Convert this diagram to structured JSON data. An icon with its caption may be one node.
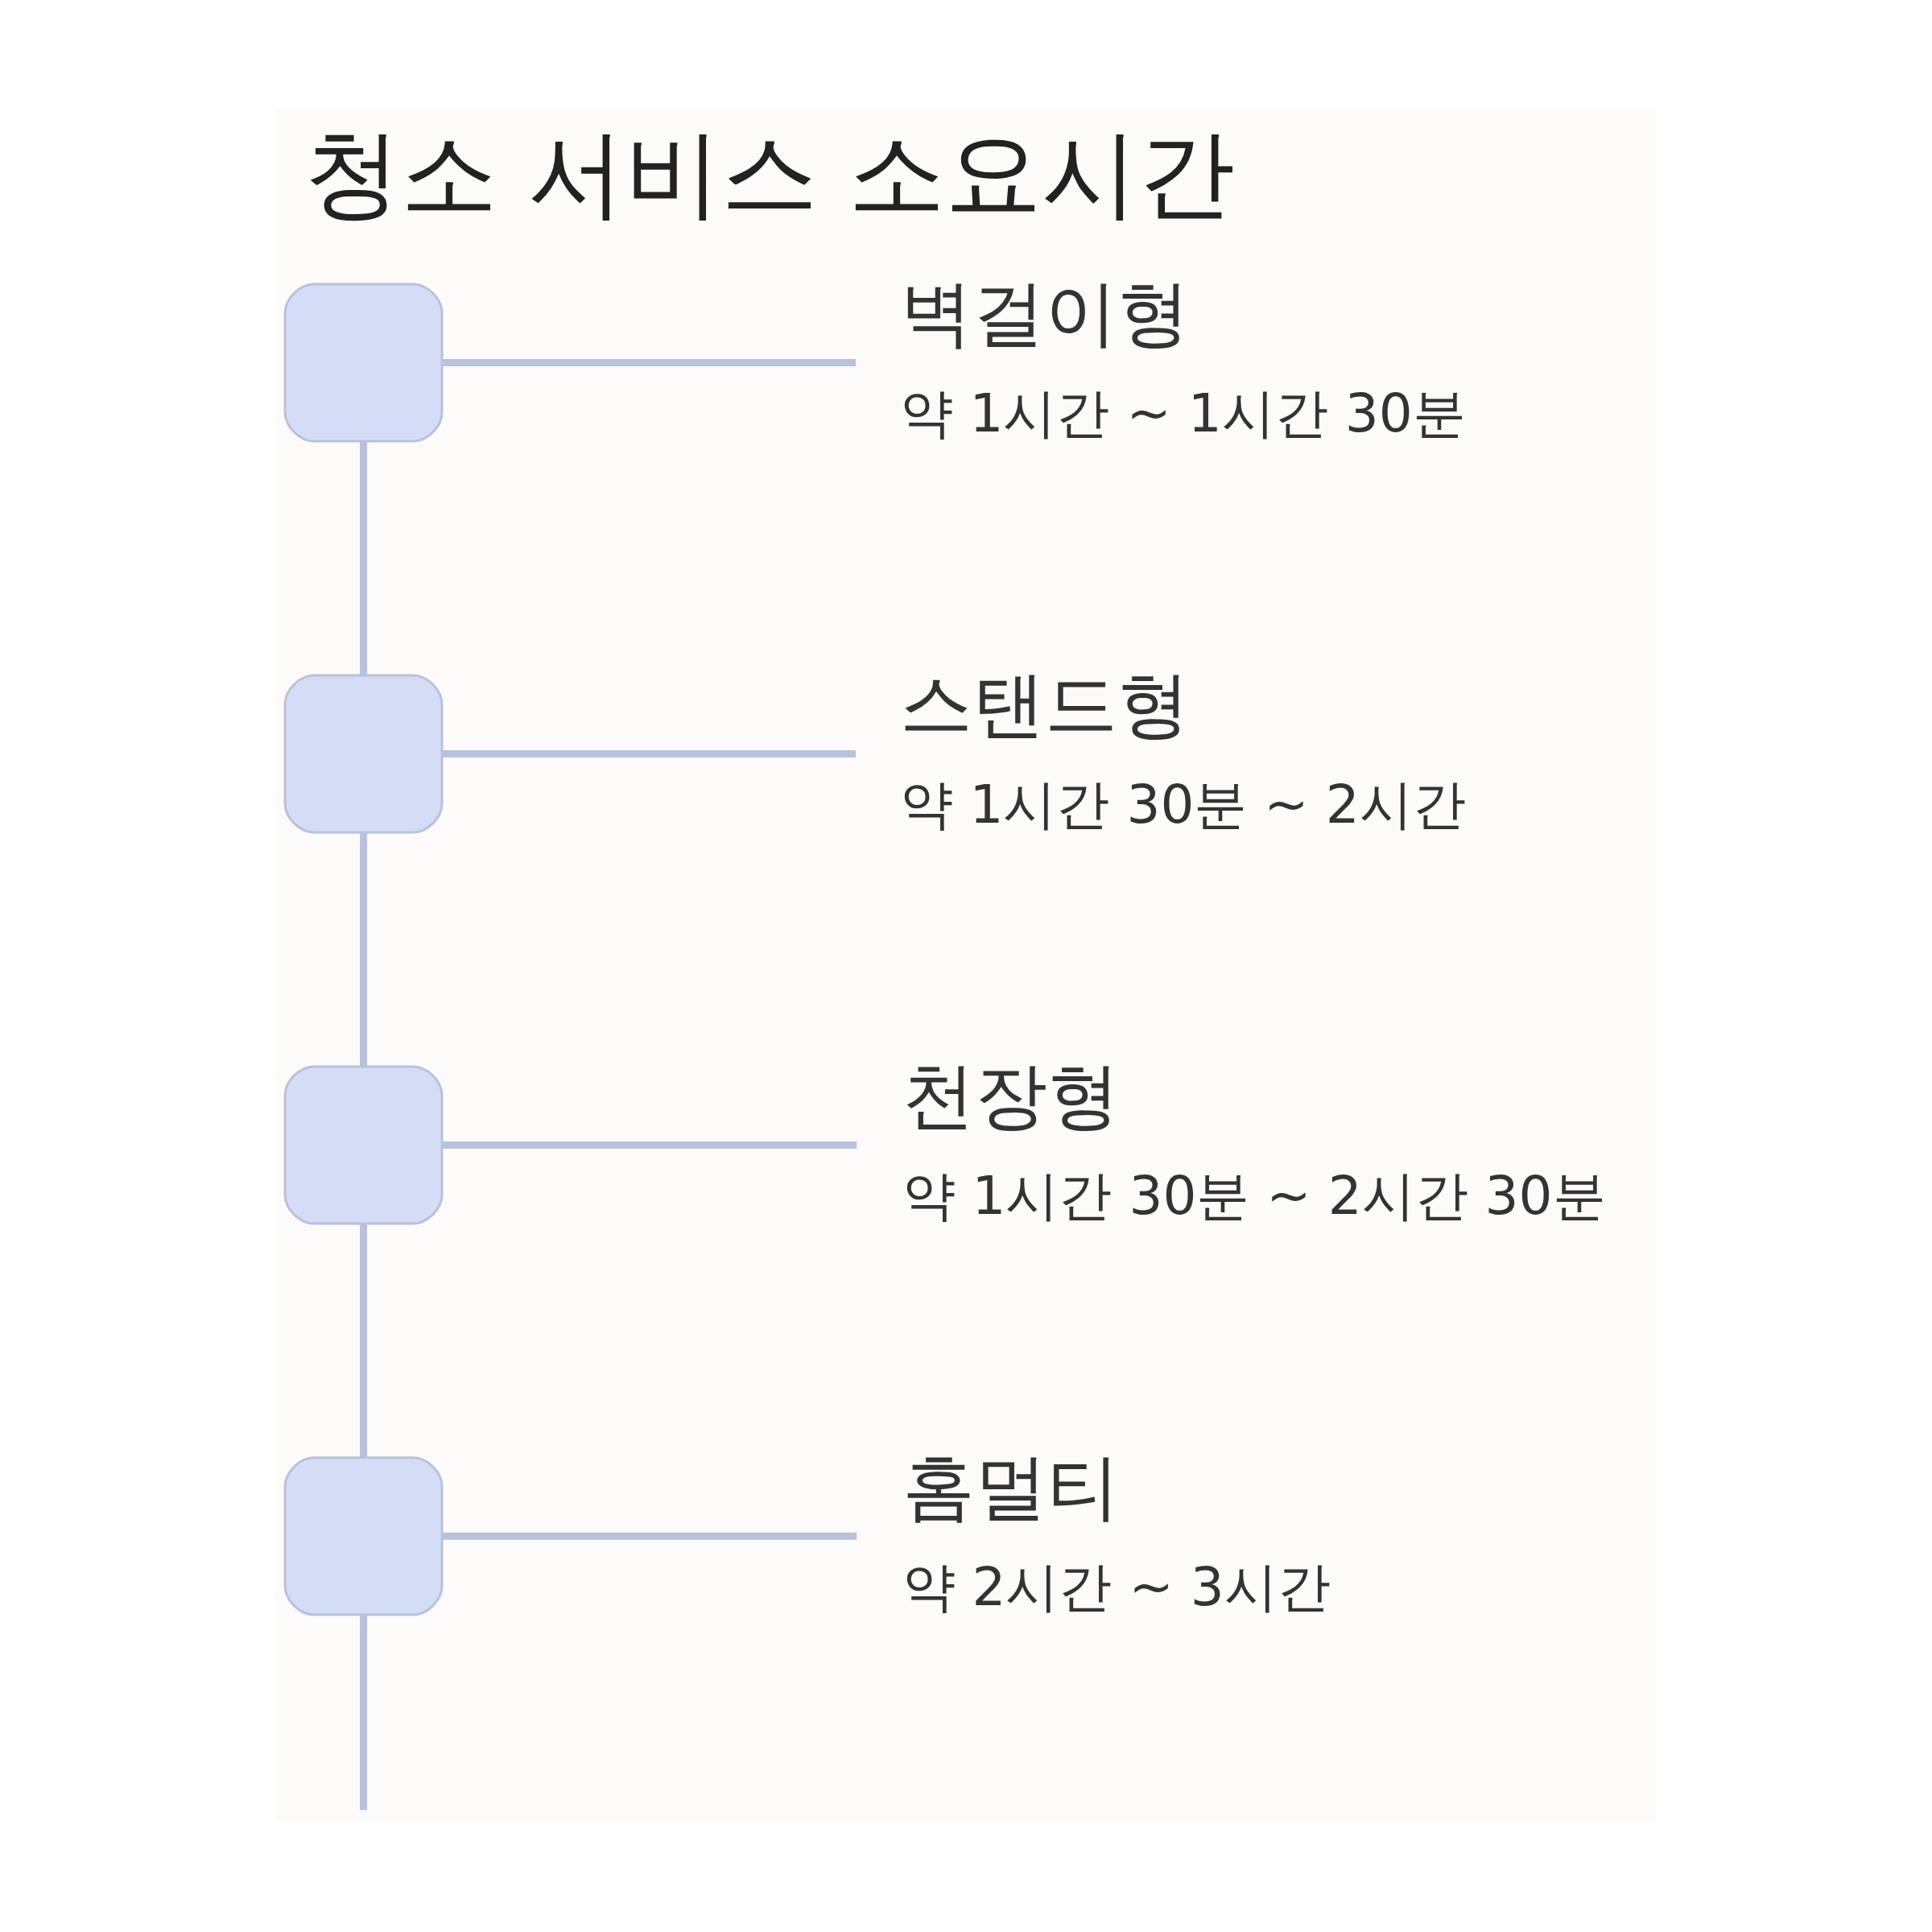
{
  "diagram": {
    "title": "청소 서비스 소요시간",
    "nodes": [
      {
        "text": [],
        "shape": "box"
      },
      {
        "text": [
          "벽걸이형",
          "약 1시간 ~ 1시간 30분"
        ]
      },
      {
        "text": [],
        "shape": "box"
      },
      {
        "text": [
          "스탠드형",
          "약 1시간 30분 ~ 2시간"
        ]
      },
      {
        "text": [],
        "shape": "box"
      },
      {
        "text": [
          "천장형",
          "약 1시간 30분 ~ 2시간 30분"
        ]
      },
      {
        "text": [],
        "shape": "box"
      },
      {
        "text": [
          "홈멀티",
          "약 2시간 ~ 3시간"
        ]
      }
    ],
    "edges": [
      {
        "from": 0,
        "to": 1,
        "arrow": "none"
      },
      {
        "from": 0,
        "to": 2,
        "arrow": "none"
      },
      {
        "from": 2,
        "to": 3,
        "arrow": "none"
      },
      {
        "from": 2,
        "to": 4,
        "arrow": "none"
      },
      {
        "from": 4,
        "to": 5,
        "arrow": "none"
      },
      {
        "from": 4,
        "to": 6,
        "arrow": "none"
      },
      {
        "from": 6,
        "to": 7,
        "arrow": "none"
      },
      {
        "from": 6,
        "to": null,
        "arrow": "none"
      }
    ]
  }
}
